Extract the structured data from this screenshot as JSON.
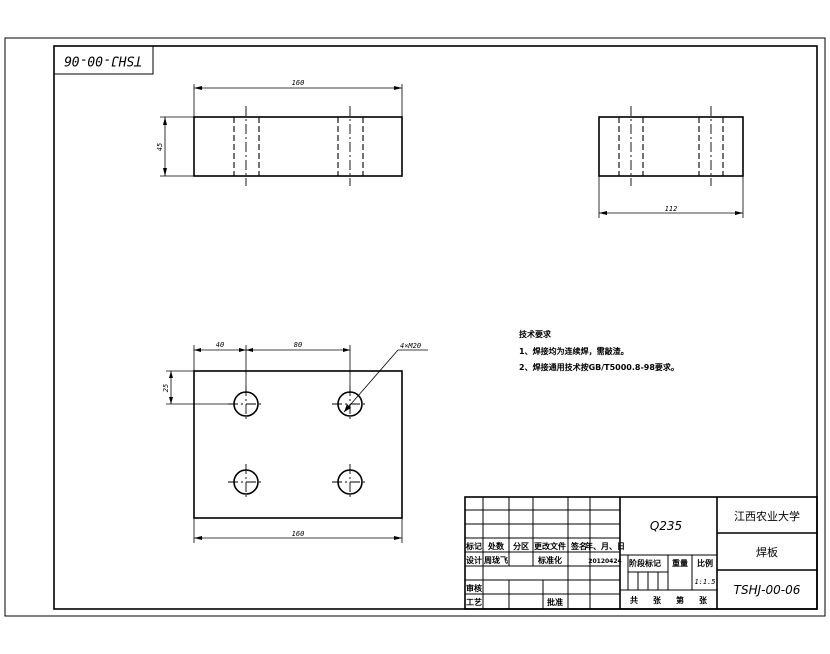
{
  "drawing_code_rotated": "TSHJ-00-06",
  "dimensions": {
    "front_width": "160",
    "front_height": "45",
    "side_width": "112",
    "hole_offset_x": "40",
    "hole_spacing_x": "80",
    "hole_offset_y": "25",
    "hole_callout": "4×M20",
    "plan_width": "160"
  },
  "tech_notes": {
    "title": "技术要求",
    "line1": "1、焊接均为连续焊，需敲渣。",
    "line2": "2、焊接通用技术按GB/T5000.8-98要求。"
  },
  "title_block": {
    "material": "Q235",
    "university": "江西农业大学",
    "part_name": "焊板",
    "drawing_no": "TSHJ-00-06",
    "labels": {
      "mark": "标记",
      "count": "处数",
      "zone": "分区",
      "change_doc": "更改文件",
      "signature": "签名",
      "date": "年、月、日",
      "design": "设计",
      "standardize": "标准化",
      "stage_mark": "阶段标记",
      "weight": "重量",
      "scale": "比例",
      "review": "审核",
      "process": "工艺",
      "approve": "批准",
      "total": "共",
      "sheets": "张",
      "number": "第",
      "sheet": "张"
    },
    "designer": "周珑飞",
    "design_date": "20120424",
    "scale_value": "1:1.5"
  }
}
